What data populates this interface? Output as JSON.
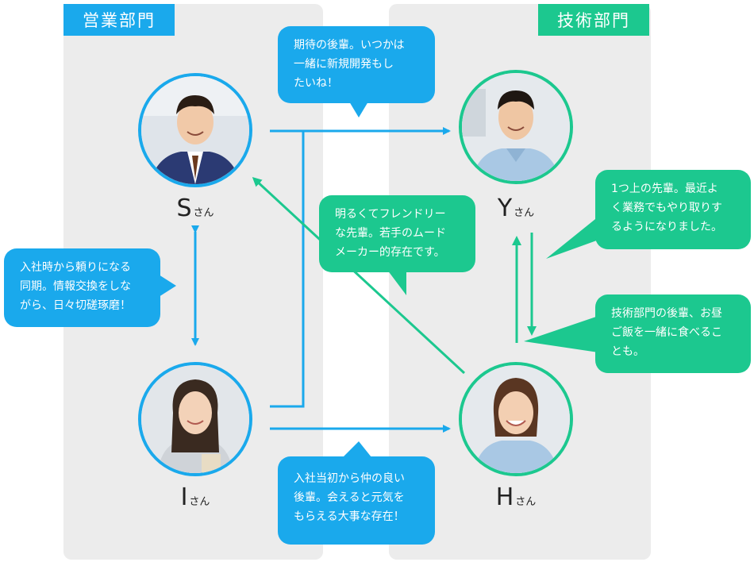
{
  "departments": {
    "sales": {
      "label": "営業部門",
      "color": "#1aa9ec"
    },
    "tech": {
      "label": "技術部門",
      "color": "#1cc88f"
    }
  },
  "people": {
    "s": {
      "initial": "S",
      "suffix": "さん"
    },
    "i": {
      "initial": "I",
      "suffix": "さん"
    },
    "y": {
      "initial": "Y",
      "suffix": "さん"
    },
    "h": {
      "initial": "H",
      "suffix": "さん"
    }
  },
  "bubbles": {
    "s_to_y": "期待の後輩。いつかは\n一緒に新規開発もし\nたいね！",
    "s_i": "入社時から頼りになる\n同期。情報交換をしな\nがら、日々切磋琢磨！",
    "h_to_s": "明るくてフレンドリー\nな先輩。若手のムード\nメーカー的存在です。",
    "y_to_h": "1つ上の先輩。最近よ\nく業務でもやり取りす\nるようになりました。",
    "h_to_y": "技術部門の後輩、お昼\nご飯を一緒に食べるこ\nとも。",
    "i_to_h": "入社当初から仲の良い\n後輩。会えると元気を\nもらえる大事な存在！"
  },
  "colors": {
    "blue": "#1aa9ec",
    "green": "#1cc88f",
    "panel": "#ececec"
  }
}
